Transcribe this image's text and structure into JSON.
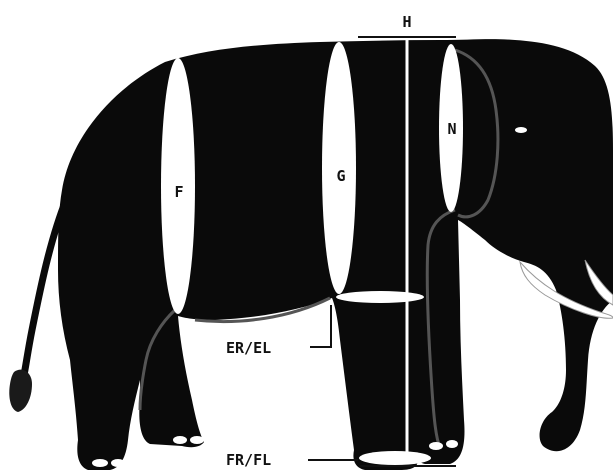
{
  "diagram": {
    "subject": "elephant-silhouette-measurements",
    "colors": {
      "body": "#0a0a0a",
      "outline": "#555555",
      "measure_fill": "#ffffff",
      "background": "#ffffff"
    },
    "labels": {
      "F": "F",
      "G": "G",
      "N": "N",
      "H": "H",
      "ER_EL": "ER/EL",
      "FR_FL": "FR/FL"
    }
  }
}
